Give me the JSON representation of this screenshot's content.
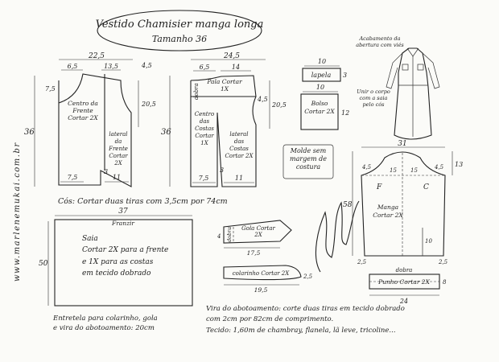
{
  "header": {
    "title": "Vestido Chamisier manga longa",
    "subtitle": "Tamanho 36"
  },
  "watermark": "www.marlenemukai.com.br",
  "signature": "Marlene Mukai",
  "front": {
    "top_dim": "22,5",
    "left_dim": "6,5",
    "mid_dim": "13,5",
    "corner_dim": "4,5",
    "neck_dim": "7,5",
    "right_dim": "20,5",
    "height_dim": "36",
    "center_label": "Centro da Frente Cortar 2X",
    "side_label": "lateral da Frente Cortar 2X",
    "bottom_left": "7,5",
    "bottom_right": "11",
    "notch": "3"
  },
  "back": {
    "top_dim": "24,5",
    "left_dim": "6,5",
    "mid_dim": "14",
    "right_dim": "20,5",
    "side_dim": "4,5",
    "fold": "dobra",
    "height_dim": "36",
    "yoke_label": "Pala Cortar 1X",
    "center_label": "Centro das Costas Cortar 1X",
    "side_label": "lateral das Costas Cortar 2X",
    "bottom_left": "7,5",
    "bottom_right": "11",
    "notch": "3"
  },
  "lapel": {
    "width": "10",
    "height": "3",
    "label": "lapela"
  },
  "pocket": {
    "width": "10",
    "height": "12",
    "label": "Bolso Cortar 2X"
  },
  "model_note": "Molde sem margem de costura",
  "illustration_notes": {
    "top": "Acabamento da abertura com viés",
    "side": "Unir o corpo com a saia pelo cós"
  },
  "waistband_note": "Cós: Cortar duas tiras com 3,5cm por 74cm",
  "sleeve": {
    "top_dim": "31",
    "left_dim": "15",
    "right_dim": "15",
    "corner_left": "4,5",
    "corner_right": "4,5",
    "cap_height": "13",
    "height_dim": "58",
    "front": "F",
    "back": "C",
    "label": "Manga Cortar 2X",
    "slit": "10",
    "bottom_left": "2,5",
    "bottom_right": "2,5",
    "bottom_width": "24"
  },
  "cuff": {
    "fold": "dobra",
    "label": "Punho Cortar 2X",
    "height": "8"
  },
  "skirt": {
    "width_dim": "37",
    "gather": "Franzir",
    "height_dim": "50",
    "text": [
      "Saia",
      "Cortar 2X para a frente",
      "e 1X para as costas",
      "em tecido dobrado"
    ]
  },
  "collar_stand": {
    "fold": "dobra",
    "label": "Gola Cortar 2X",
    "length": "17,5",
    "height": "4"
  },
  "collar_band": {
    "label": "colarinho Cortar 2X",
    "length": "19,5",
    "height": "2,5"
  },
  "interfacing_note": [
    "Entretela para colarinho, gola",
    "e vira do abotoamento: 20cm"
  ],
  "placket_note": [
    "Vira do abotoamento: corte duas tiras em tecido dobrado",
    "com 2cm por 82cm de comprimento."
  ],
  "fabric_note": "Tecido: 1,60m de chambray, flanela, lã leve, tricoline..."
}
